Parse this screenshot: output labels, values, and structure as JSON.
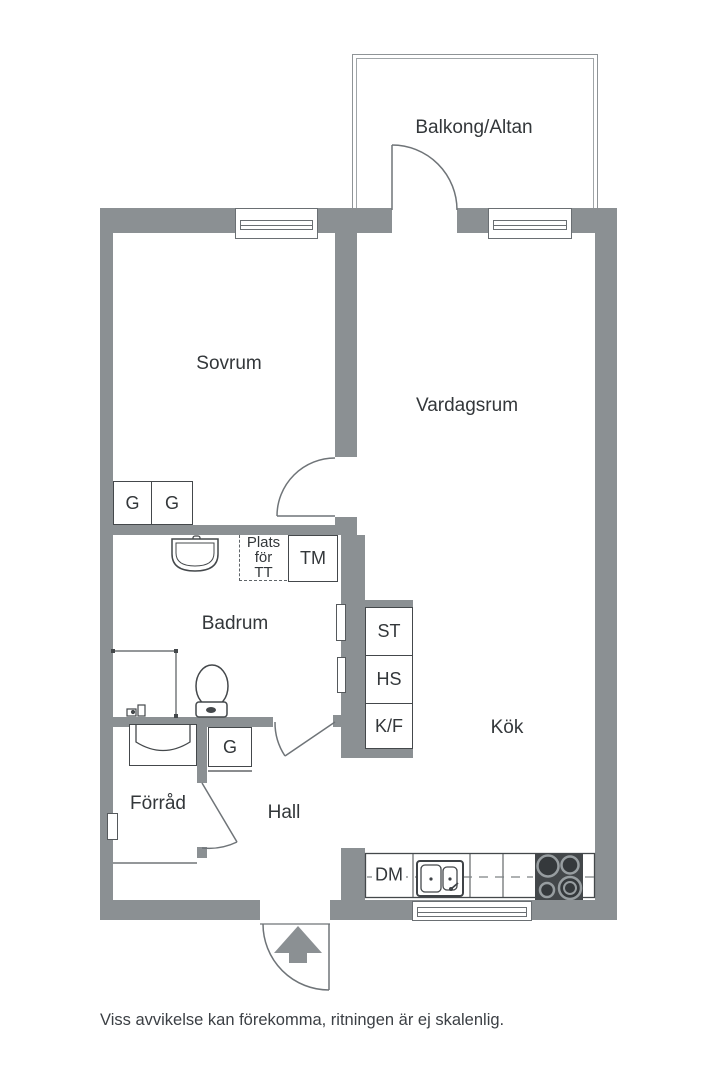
{
  "rooms": {
    "balcony": "Balkong/Altan",
    "bedroom": "Sovrum",
    "living_room": "Vardagsrum",
    "bathroom": "Badrum",
    "kitchen": "Kök",
    "hall": "Hall",
    "storage": "Förråd"
  },
  "labels": {
    "wardrobe_1": "G",
    "wardrobe_2": "G",
    "hall_wardrobe": "G",
    "washing_machine": "TM",
    "dryer_space_lines": [
      "Plats",
      "för",
      "TT"
    ],
    "cleaning_cabinet": "ST",
    "household_cabinet": "HS",
    "fridge_freezer": "K/F",
    "dishwasher": "DM"
  },
  "footer": {
    "disclaimer": "Viss avvikelse kan förekomma, ritningen är ej skalenlig."
  },
  "colors": {
    "wall": "#8b9093",
    "fixture_line": "#44484b",
    "door_line": "#6f7478",
    "text": "#33373a",
    "stove": "#43474a",
    "background": "#ffffff"
  }
}
